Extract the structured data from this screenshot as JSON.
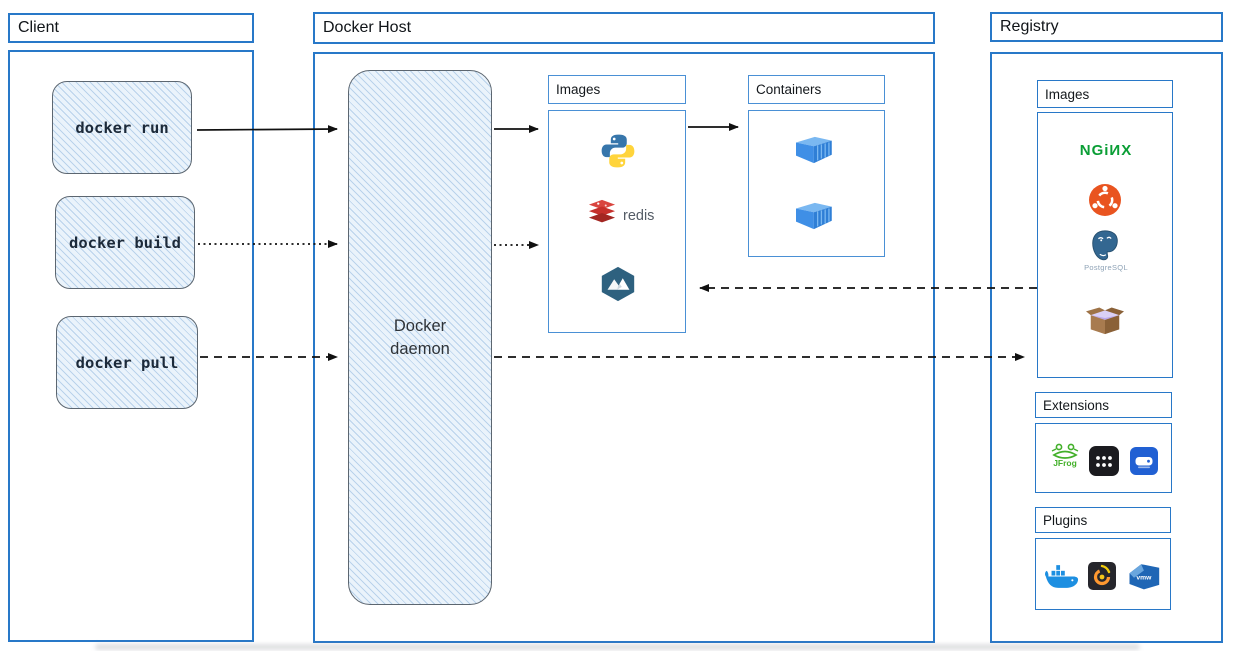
{
  "client": {
    "title": "Client",
    "commands": [
      {
        "id": "docker-run",
        "label": "docker run",
        "arrow_style": "solid"
      },
      {
        "id": "docker-build",
        "label": "docker build",
        "arrow_style": "dotted"
      },
      {
        "id": "docker-pull",
        "label": "docker pull",
        "arrow_style": "dashed"
      }
    ]
  },
  "docker_host": {
    "title": "Docker Host",
    "daemon_label": "Docker\ndaemon",
    "daemon_line1": "Docker",
    "daemon_line2": "daemon",
    "images_panel": {
      "title": "Images",
      "icons": [
        "python-icon",
        "redis-icon",
        "alpine-icon"
      ],
      "redis_label": "redis"
    },
    "containers_panel": {
      "title": "Containers",
      "icons": [
        "container-icon",
        "container-icon"
      ]
    }
  },
  "registry": {
    "title": "Registry",
    "images_panel": {
      "title": "Images",
      "icons": [
        "nginx-logo",
        "ubuntu-icon",
        "postgresql-icon",
        "busybox-icon"
      ],
      "nginx_label": "NGiИX",
      "postgresql_label": "PostgreSQL"
    },
    "extensions_panel": {
      "title": "Extensions",
      "icons": [
        "jfrog-icon",
        "app-grid-icon",
        "drive-icon"
      ],
      "jfrog_label": "JFrog"
    },
    "plugins_panel": {
      "title": "Plugins",
      "icons": [
        "docker-whale-icon",
        "grafana-icon",
        "vmware-icon"
      ],
      "vmware_label": "vmw"
    }
  },
  "arrows": [
    {
      "from": "docker-run",
      "to": "docker-daemon",
      "style": "solid"
    },
    {
      "from": "docker-daemon",
      "to": "host-images",
      "style": "solid"
    },
    {
      "from": "host-images",
      "to": "containers",
      "style": "solid"
    },
    {
      "from": "docker-build",
      "to": "docker-daemon",
      "style": "dotted"
    },
    {
      "from": "docker-daemon",
      "to": "host-images",
      "style": "dotted"
    },
    {
      "from": "docker-pull",
      "to": "docker-daemon",
      "style": "dashed"
    },
    {
      "from": "docker-daemon",
      "to": "registry-images",
      "style": "dashed"
    },
    {
      "from": "registry-images",
      "to": "host-images",
      "style": "dashed"
    }
  ],
  "colors": {
    "outer_border": "#2878c8",
    "inner_border": "#4a90d5",
    "hatch_fill": "#eaf3fb",
    "hatch_line": "#7daad7",
    "sketch_border": "#5c6670",
    "arrow": "#111111",
    "nginx_green": "#0a9e35",
    "ubuntu_orange": "#e95420",
    "redis_red": "#c6302b",
    "alpine_blue": "#2e617f",
    "container_blue": "#3f8fe6",
    "jfrog_green": "#43b02a"
  }
}
